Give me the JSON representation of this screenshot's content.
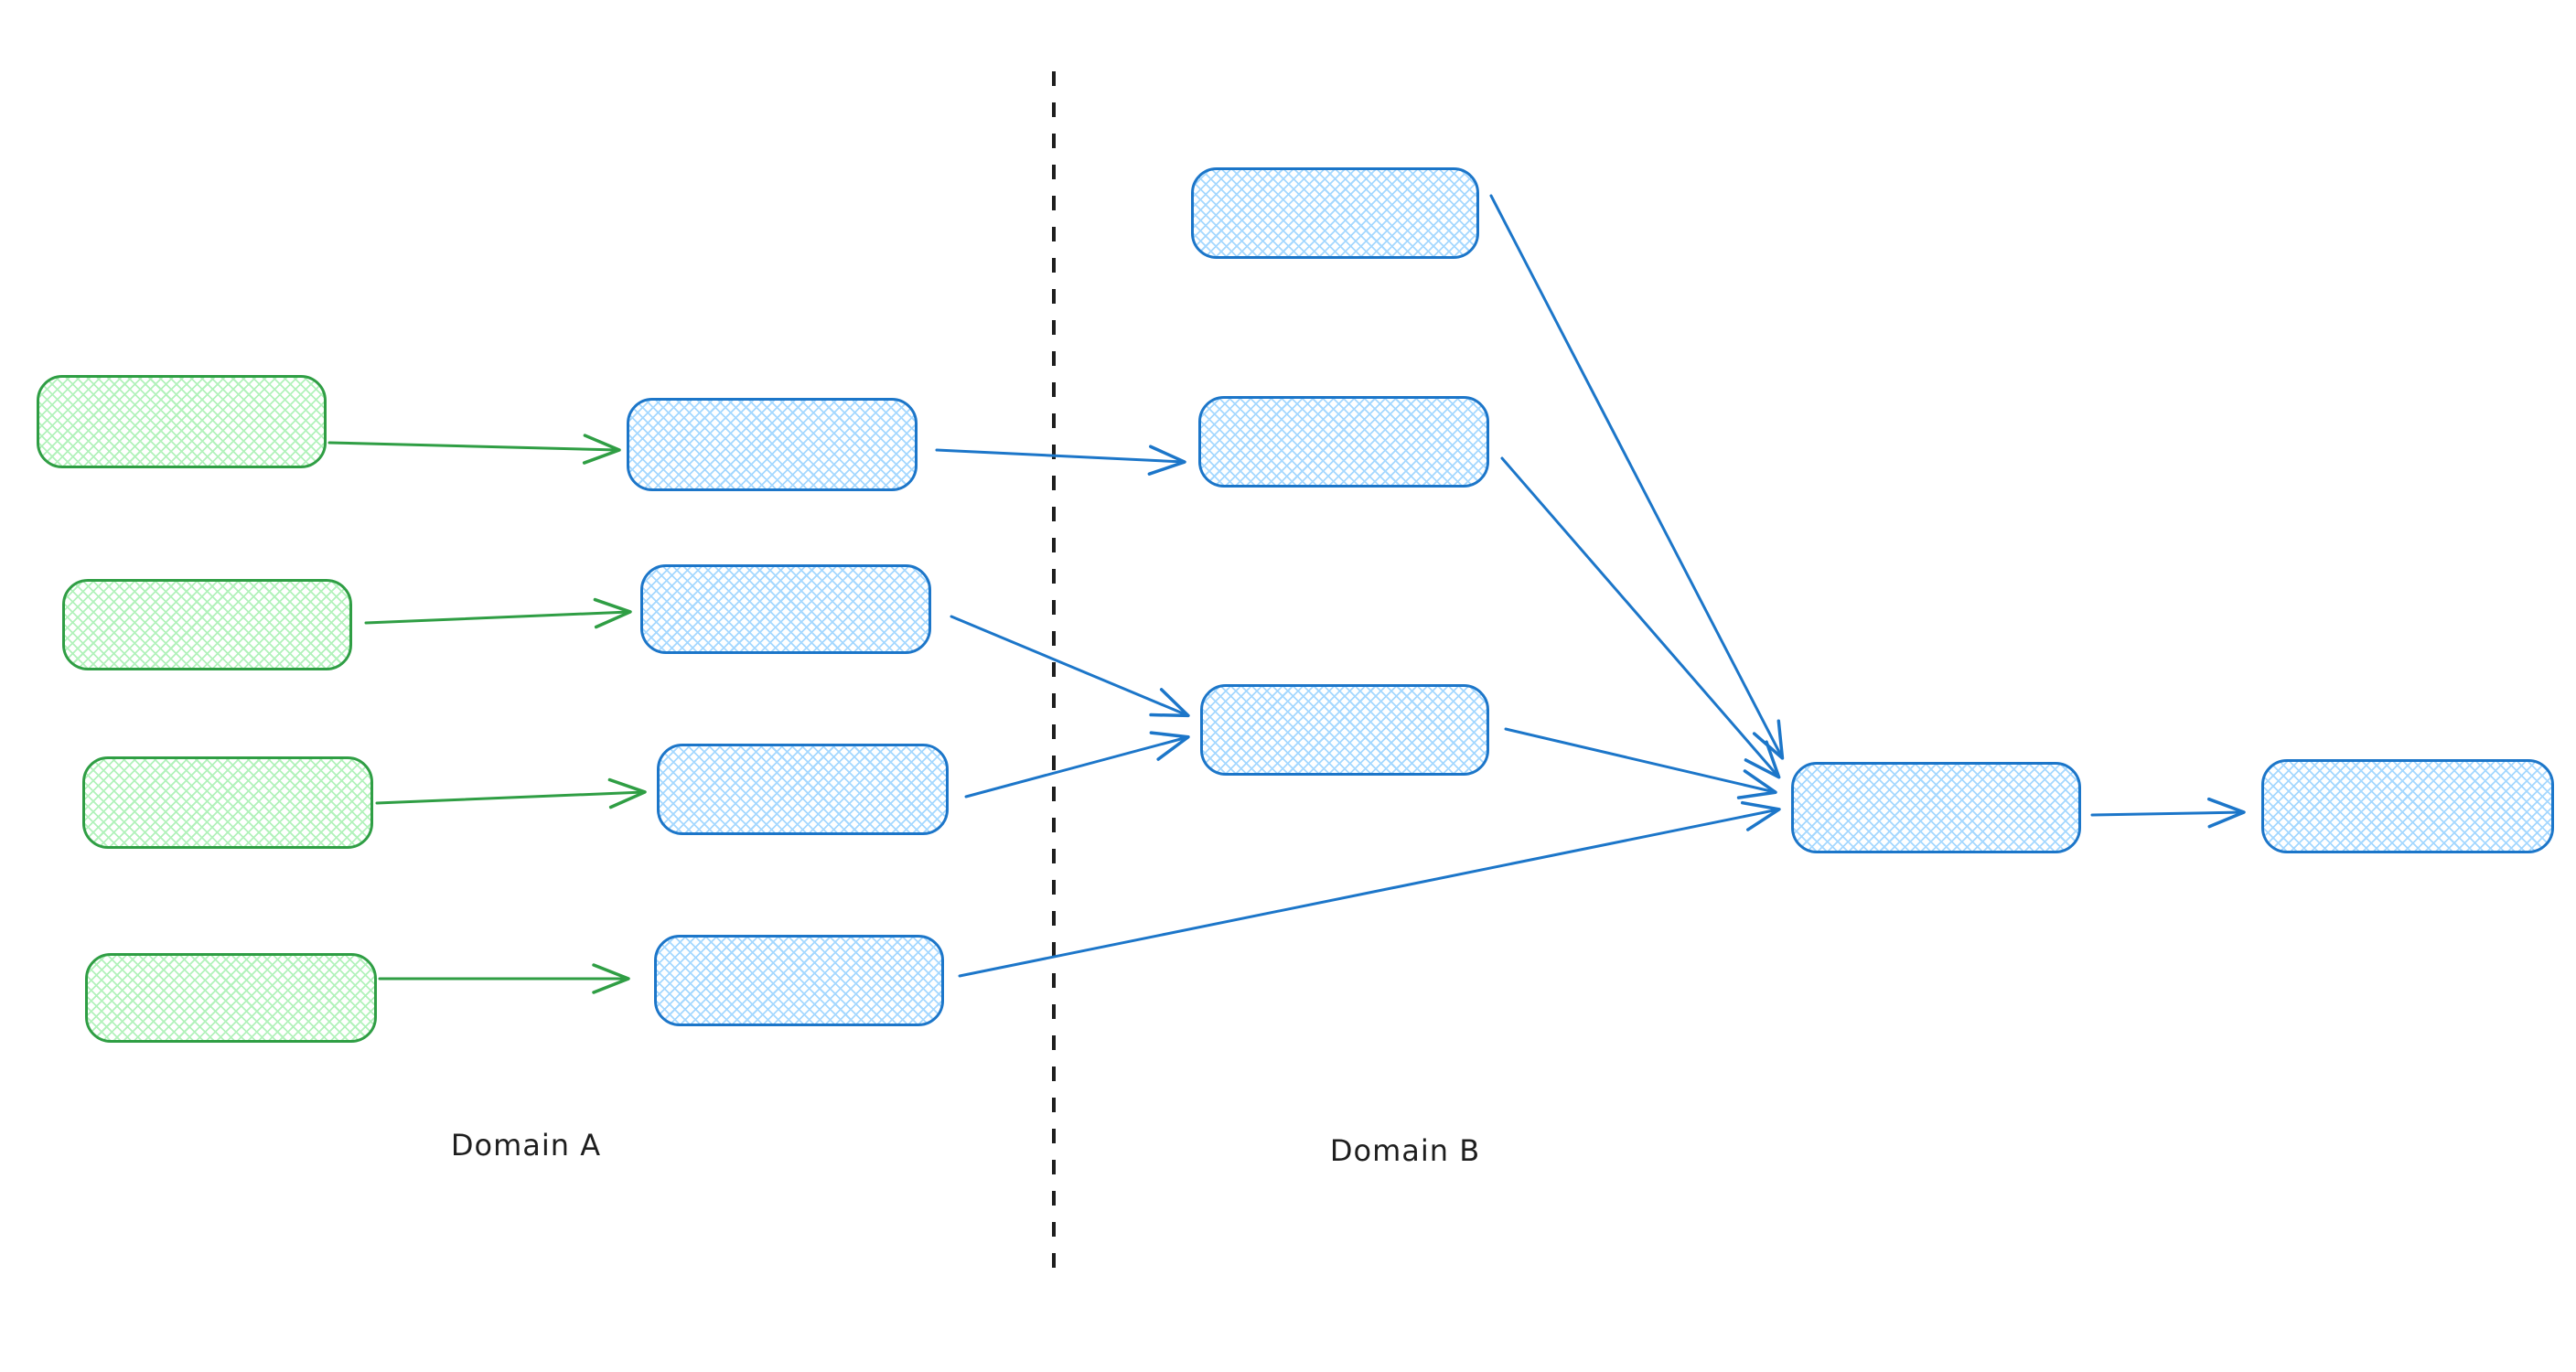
{
  "diagram": {
    "style": "hand-drawn whiteboard flow diagram",
    "domain_a_label": "Domain A",
    "domain_b_label": "Domain B",
    "colors": {
      "green_stroke": "#2f9e44",
      "green_fill": "#b2f2bb",
      "blue_stroke": "#1c76c9",
      "blue_fill": "#a5d8ff",
      "divider": "#1e1e1e",
      "canvas_bg": "#ffffff"
    },
    "nodes": [
      {
        "id": "a-source-1",
        "domain": "A",
        "color": "green",
        "label": ""
      },
      {
        "id": "a-source-2",
        "domain": "A",
        "color": "green",
        "label": ""
      },
      {
        "id": "a-source-3",
        "domain": "A",
        "color": "green",
        "label": ""
      },
      {
        "id": "a-source-4",
        "domain": "A",
        "color": "green",
        "label": ""
      },
      {
        "id": "a-mid-1",
        "domain": "A",
        "color": "blue",
        "label": ""
      },
      {
        "id": "a-mid-2",
        "domain": "A",
        "color": "blue",
        "label": ""
      },
      {
        "id": "a-mid-3",
        "domain": "A",
        "color": "blue",
        "label": ""
      },
      {
        "id": "a-mid-4",
        "domain": "A",
        "color": "blue",
        "label": ""
      },
      {
        "id": "b-node-1",
        "domain": "B",
        "color": "blue",
        "label": ""
      },
      {
        "id": "b-node-2",
        "domain": "B",
        "color": "blue",
        "label": ""
      },
      {
        "id": "b-node-3",
        "domain": "B",
        "color": "blue",
        "label": ""
      },
      {
        "id": "b-hub",
        "domain": "B",
        "color": "blue",
        "label": ""
      },
      {
        "id": "b-output",
        "domain": "B",
        "color": "blue",
        "label": ""
      }
    ],
    "edges": [
      {
        "from": "a-source-1",
        "to": "a-mid-1",
        "color": "green"
      },
      {
        "from": "a-source-2",
        "to": "a-mid-2",
        "color": "green"
      },
      {
        "from": "a-source-3",
        "to": "a-mid-3",
        "color": "green"
      },
      {
        "from": "a-source-4",
        "to": "a-mid-4",
        "color": "green"
      },
      {
        "from": "a-mid-1",
        "to": "b-node-2",
        "color": "blue"
      },
      {
        "from": "a-mid-2",
        "to": "b-node-3",
        "color": "blue"
      },
      {
        "from": "a-mid-3",
        "to": "b-node-3",
        "color": "blue"
      },
      {
        "from": "a-mid-4",
        "to": "b-hub",
        "color": "blue"
      },
      {
        "from": "b-node-1",
        "to": "b-hub",
        "color": "blue"
      },
      {
        "from": "b-node-2",
        "to": "b-hub",
        "color": "blue"
      },
      {
        "from": "b-node-3",
        "to": "b-hub",
        "color": "blue"
      },
      {
        "from": "b-hub",
        "to": "b-output",
        "color": "blue"
      }
    ]
  }
}
